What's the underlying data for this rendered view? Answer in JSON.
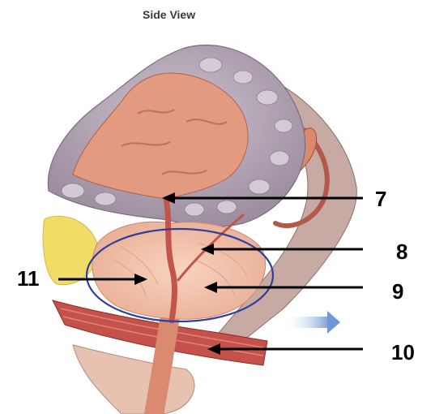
{
  "title": "Side View",
  "labels": {
    "l7": "7",
    "l8": "8",
    "l9": "9",
    "l10": "10",
    "l11": "11"
  },
  "colors": {
    "bladder_wall": "#b7a9b6",
    "bladder_lumen": "#e29a80",
    "prostate": "#f2c2ab",
    "urethra": "#c2544a",
    "muscle": "#c4524a",
    "fat": "#f2dc68",
    "outline": "#2f3f9a",
    "flow_arrow": "#7aa3d8"
  }
}
